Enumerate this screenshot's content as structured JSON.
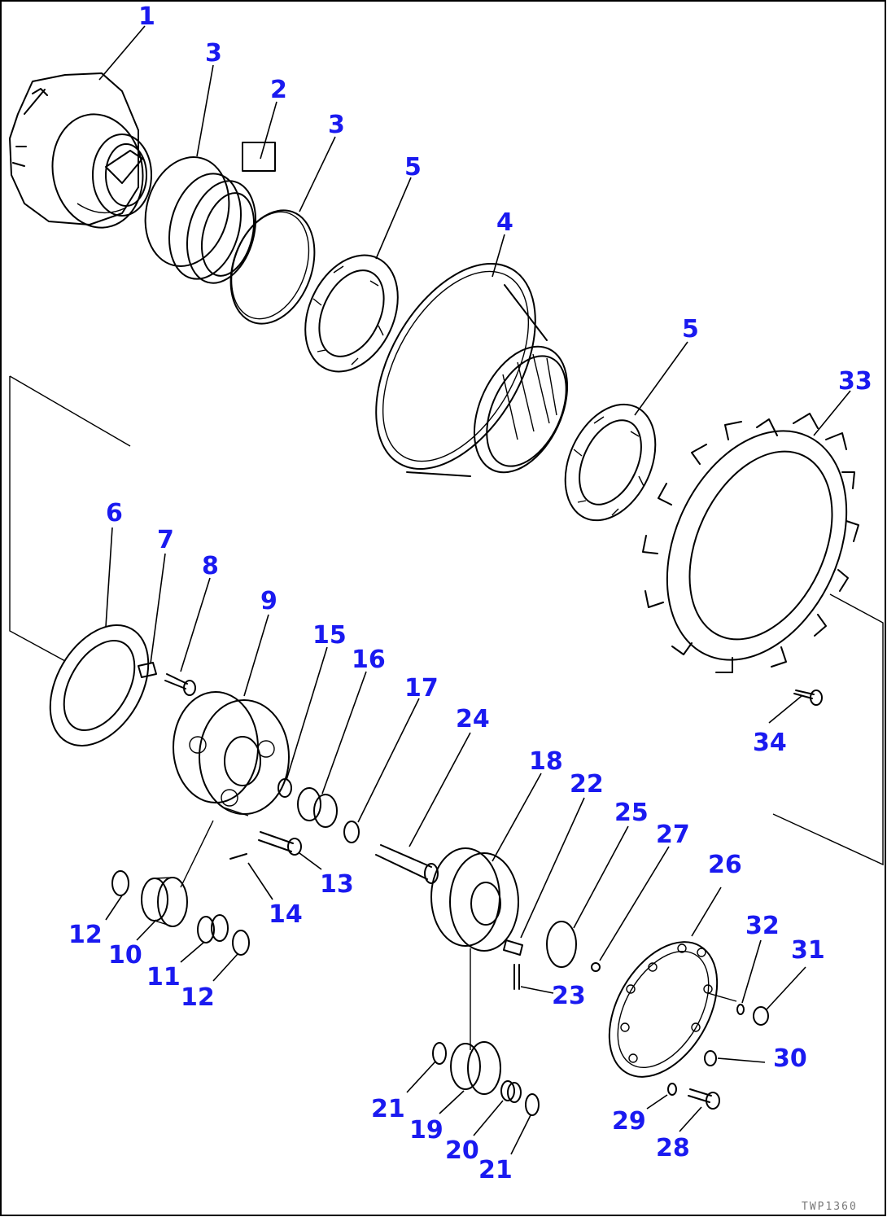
{
  "drawing_code": "TWP1360",
  "callouts": [
    {
      "id": "c1",
      "text": "1"
    },
    {
      "id": "c2",
      "text": "2"
    },
    {
      "id": "c3a",
      "text": "3"
    },
    {
      "id": "c3b",
      "text": "3"
    },
    {
      "id": "c4",
      "text": "4"
    },
    {
      "id": "c5a",
      "text": "5"
    },
    {
      "id": "c5b",
      "text": "5"
    },
    {
      "id": "c6",
      "text": "6"
    },
    {
      "id": "c7",
      "text": "7"
    },
    {
      "id": "c8",
      "text": "8"
    },
    {
      "id": "c9",
      "text": "9"
    },
    {
      "id": "c10",
      "text": "10"
    },
    {
      "id": "c11",
      "text": "11"
    },
    {
      "id": "c12a",
      "text": "12"
    },
    {
      "id": "c12b",
      "text": "12"
    },
    {
      "id": "c13",
      "text": "13"
    },
    {
      "id": "c14",
      "text": "14"
    },
    {
      "id": "c15",
      "text": "15"
    },
    {
      "id": "c16",
      "text": "16"
    },
    {
      "id": "c17",
      "text": "17"
    },
    {
      "id": "c18",
      "text": "18"
    },
    {
      "id": "c19",
      "text": "19"
    },
    {
      "id": "c20",
      "text": "20"
    },
    {
      "id": "c21a",
      "text": "21"
    },
    {
      "id": "c21b",
      "text": "21"
    },
    {
      "id": "c22",
      "text": "22"
    },
    {
      "id": "c23",
      "text": "23"
    },
    {
      "id": "c24",
      "text": "24"
    },
    {
      "id": "c25",
      "text": "25"
    },
    {
      "id": "c26",
      "text": "26"
    },
    {
      "id": "c27",
      "text": "27"
    },
    {
      "id": "c28",
      "text": "28"
    },
    {
      "id": "c29",
      "text": "29"
    },
    {
      "id": "c30",
      "text": "30"
    },
    {
      "id": "c31",
      "text": "31"
    },
    {
      "id": "c32",
      "text": "32"
    },
    {
      "id": "c33",
      "text": "33"
    },
    {
      "id": "c34",
      "text": "34"
    }
  ]
}
